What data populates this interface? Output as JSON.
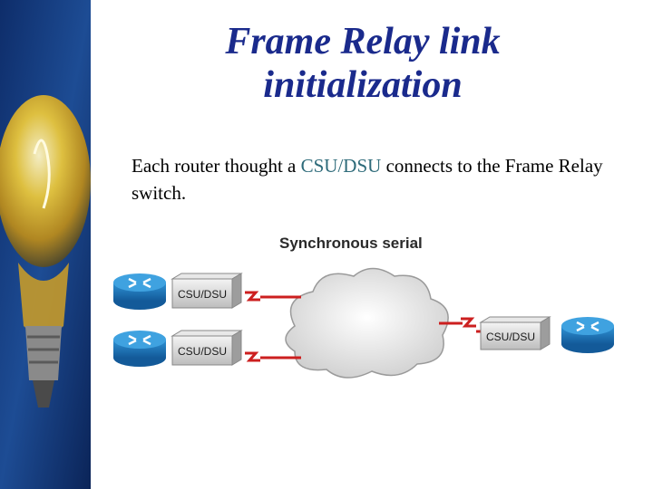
{
  "slide": {
    "title_line1": "Frame Relay link",
    "title_line2": "initialization",
    "body_before": "Each router thought a ",
    "body_highlight": "CSU/DSU",
    "body_after": " connects to the Frame Relay switch."
  },
  "diagram": {
    "heading": "Synchronous serial",
    "devices": [
      {
        "router": "router-icon",
        "csu_label": "CSU/DSU"
      },
      {
        "router": "router-icon",
        "csu_label": "CSU/DSU"
      },
      {
        "router": "router-icon",
        "csu_label": "CSU/DSU"
      }
    ],
    "cloud": "cloud-icon"
  },
  "colors": {
    "title": "#1a2a8c",
    "highlight": "#2e6b7a",
    "router": "#1f7fc4",
    "link": "#cc1f1f",
    "sidebar": "#1c3f7a"
  }
}
